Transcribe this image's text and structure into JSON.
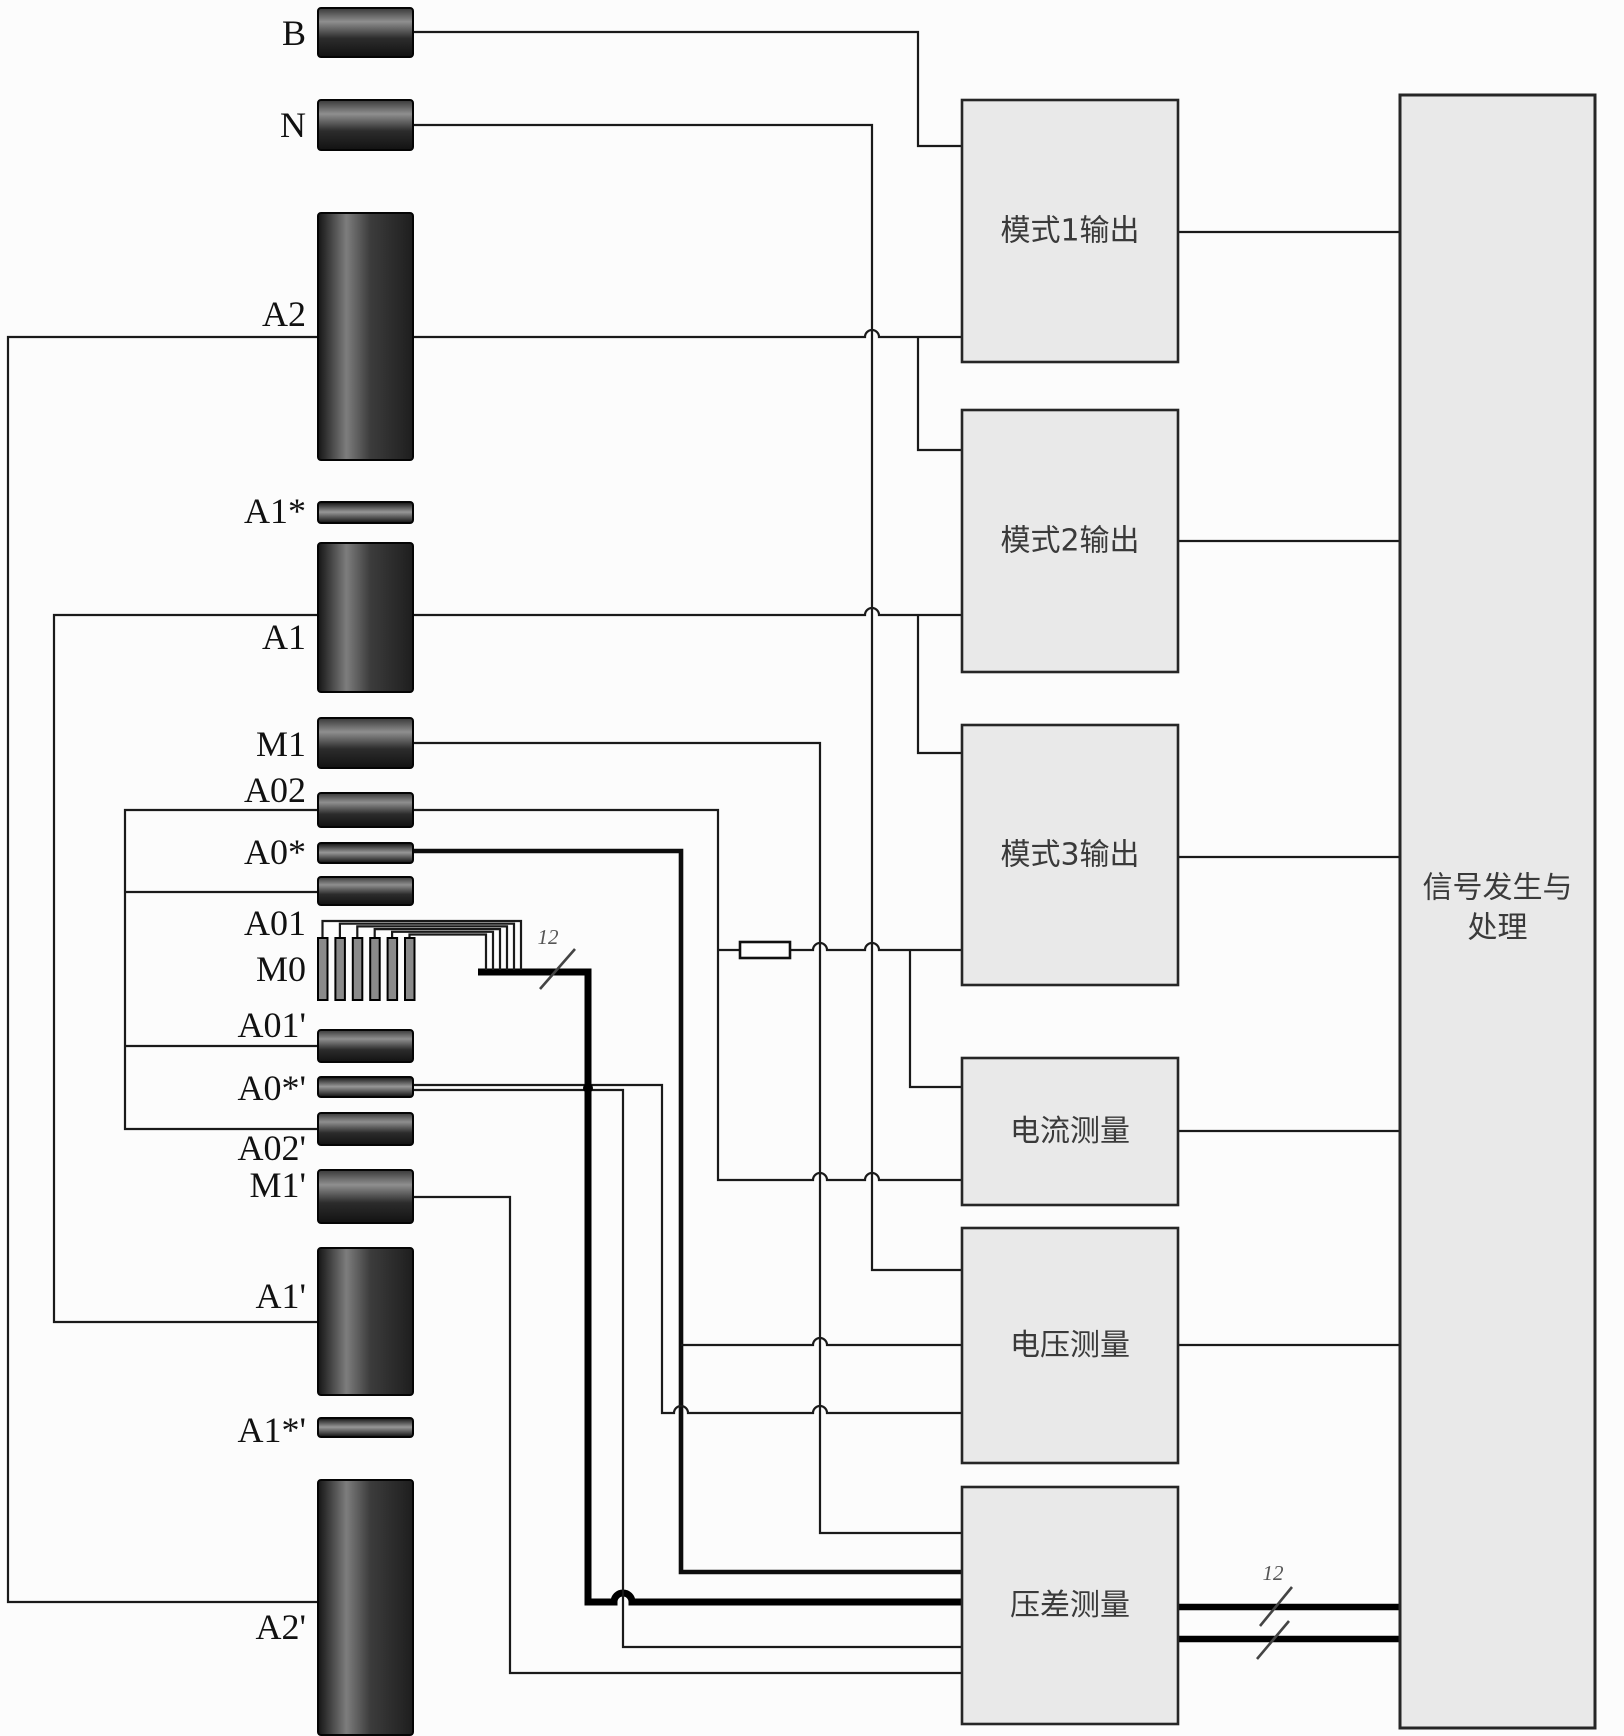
{
  "electrodes": [
    {
      "label": "B"
    },
    {
      "label": "N"
    },
    {
      "label": "A2"
    },
    {
      "label": "A1*"
    },
    {
      "label": "A1"
    },
    {
      "label": "M1"
    },
    {
      "label": "A02"
    },
    {
      "label": "A0*"
    },
    {
      "label": "A01"
    },
    {
      "label": "M0"
    },
    {
      "label": "A01'"
    },
    {
      "label": "A0*'"
    },
    {
      "label": "A02'"
    },
    {
      "label": "M1'"
    },
    {
      "label": "A1'"
    },
    {
      "label": "A1*'"
    },
    {
      "label": "A2'"
    }
  ],
  "modules": [
    {
      "label": "模式1输出"
    },
    {
      "label": "模式2输出"
    },
    {
      "label": "模式3输出"
    },
    {
      "label": "电流测量"
    },
    {
      "label": "电压测量"
    },
    {
      "label": "压差测量"
    }
  ],
  "processor": {
    "line1": "信号发生与",
    "line2": "处理"
  },
  "annotations": {
    "comb_bus_width": "12",
    "output_bus_width": "12"
  },
  "colors": {
    "box_fill": "#e9e9e9",
    "box_border": "#262626",
    "wire": "#1a1a1a",
    "electrode_dark": "#141414",
    "electrode_light": "#8a8a8a"
  }
}
